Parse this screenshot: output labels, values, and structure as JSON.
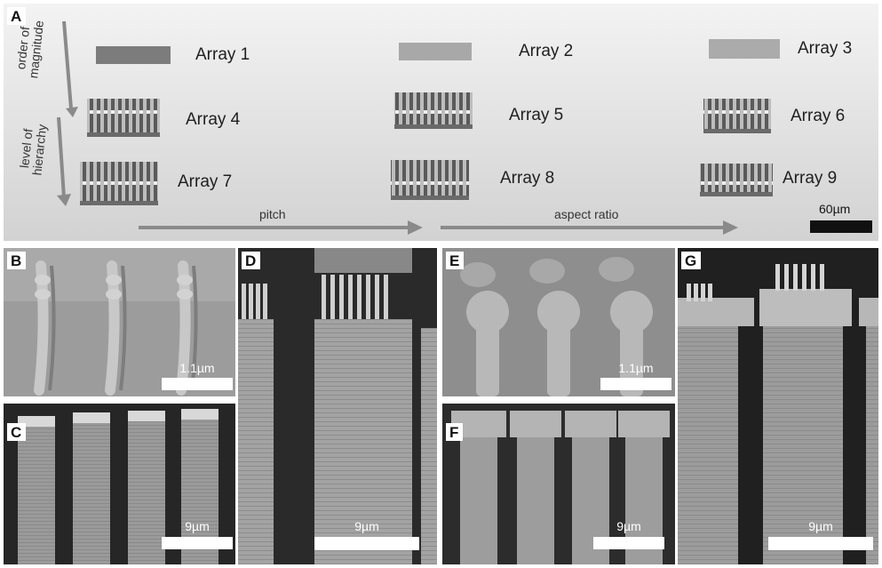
{
  "panels": {
    "A": {
      "label": "A",
      "arrays": [
        "Array 1",
        "Array 2",
        "Array 3",
        "Array 4",
        "Array 5",
        "Array 6",
        "Array 7",
        "Array 8",
        "Array 9"
      ],
      "axis_order": "order of magnitude",
      "axis_order_line1": "order of",
      "axis_order_line2": "magnitude",
      "axis_level_line1": "level of",
      "axis_level_line2": "hierarchy",
      "axis_pitch": "pitch",
      "axis_aspect": "aspect ratio",
      "scale": "60µm"
    },
    "B": {
      "label": "B",
      "scale": "1.1µm"
    },
    "C": {
      "label": "C",
      "scale": "9µm"
    },
    "D": {
      "label": "D",
      "scale": "9µm"
    },
    "E": {
      "label": "E",
      "scale": "1.1µm"
    },
    "F": {
      "label": "F",
      "scale": "9µm"
    },
    "G": {
      "label": "G",
      "scale": "9µm"
    }
  },
  "colors": {
    "background": "#ffffff",
    "sem_gray": "#9a9a9a",
    "arrow": "#8a8a8a"
  }
}
